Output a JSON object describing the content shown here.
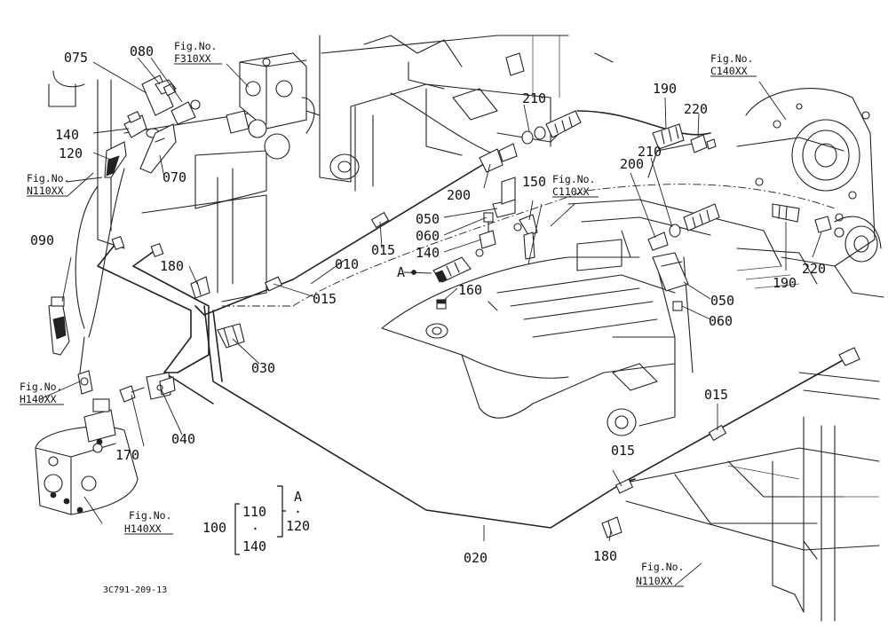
{
  "diagram": {
    "part_labels": {
      "p075": "075",
      "p080": "080",
      "p140a": "140",
      "p120": "120",
      "p070": "070",
      "p090": "090",
      "p180a": "180",
      "p015a": "015",
      "p015b": "015",
      "p010": "010",
      "p030": "030",
      "p170": "170",
      "p040": "040",
      "p200a": "200",
      "p210a": "210",
      "p050a": "050",
      "p060a": "060",
      "p140b": "140",
      "p150": "150",
      "pA": "A",
      "p160": "160",
      "p190a": "190",
      "p220a": "220",
      "p200b": "200",
      "p210b": "210",
      "p190b": "190",
      "p220b": "220",
      "p050b": "050",
      "p060b": "060",
      "p015c": "015",
      "p015d": "015",
      "p180b": "180",
      "p020": "020"
    },
    "fig_refs": {
      "f310": {
        "line1": "Fig.No.",
        "line2": "F310XX"
      },
      "n110a": {
        "line1": "Fig.No.",
        "line2": "N110XX"
      },
      "h140a": {
        "line1": "Fig.No.",
        "line2": "H140XX"
      },
      "h140b": {
        "line1": "Fig.No.",
        "line2": "H140XX"
      },
      "c140": {
        "line1": "Fig.No.",
        "line2": "C140XX"
      },
      "c110": {
        "line1": "Fig.No.",
        "line2": "C110XX"
      },
      "n110b": {
        "line1": "Fig.No.",
        "line2": "N110XX"
      }
    },
    "assembly_legend": {
      "assembly": "100",
      "item_top": "110",
      "dot_left": "·",
      "item_bottom": "140",
      "ref": "A",
      "dot_right": "·",
      "item_right": "120"
    },
    "drawing_code": "3C791-209-13"
  }
}
